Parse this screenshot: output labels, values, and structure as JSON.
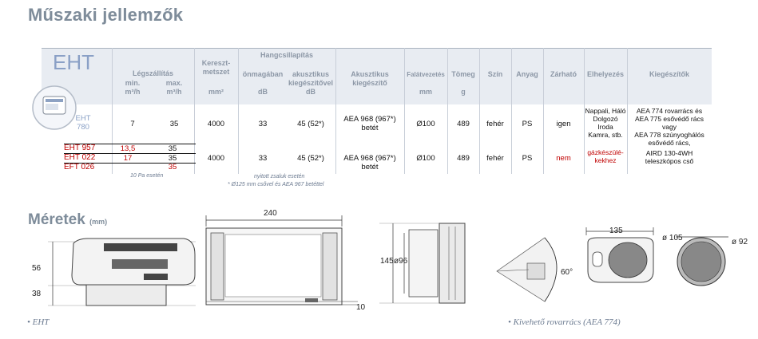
{
  "heading_specs": "Műszaki jellemzők",
  "heading_dims": "Méretek",
  "heading_dims_unit": "(mm)",
  "table": {
    "model_title": "EHT",
    "headers": {
      "air": "Légszállítás",
      "air_min": "min.",
      "air_min_unit": "m³/h",
      "air_max": "max.",
      "air_max_unit": "m³/h",
      "cross_l1": "Kereszt-",
      "cross_l2": "metszet",
      "cross_unit": "mm²",
      "sound": "Hangcsillapítás",
      "sound_self": "önmagában",
      "sound_self_unit": "dB",
      "sound_acc_l1": "akusztikus",
      "sound_acc_l2": "kiegészítővel",
      "sound_acc_unit": "dB",
      "acoustic_l1": "Akusztikus",
      "acoustic_l2": "kiegészítő",
      "wall": "Falátvezetés",
      "wall_unit": "mm",
      "weight": "Tömeg",
      "weight_unit": "g",
      "color": "Szín",
      "material": "Anyag",
      "closable": "Zárható",
      "placement": "Elhelyezés",
      "accessories": "Kiegészítők"
    },
    "row1": {
      "model_l1": "EHT",
      "model_l2": "780",
      "min": "7",
      "max": "35",
      "cross": "4000",
      "db": "33",
      "db_acc": "45 (52*)",
      "acoustic_l1": "AEA 968 (967*)",
      "acoustic_l2": "betét",
      "wall": "Ø100",
      "weight": "489",
      "color": "fehér",
      "material": "PS",
      "closable": "igen",
      "placement_l1": "Nappali, Háló",
      "placement_l2": "Dolgozó",
      "placement_l3": "Iroda",
      "placement_l4": "Kamra, stb.",
      "acc_l1": "AEA 774 rovarrács és",
      "acc_l2": "AEA 775 esővédő rács",
      "acc_l3": "vagy",
      "acc_l4": "AEA 778 szúnyoghálós",
      "acc_l5": "esővédő rács,",
      "acc_l6": "AIRD 130-4WH",
      "acc_l7": "teleszkópos cső"
    },
    "row2": {
      "m1": "EHT 957",
      "m2": "EHT 022",
      "m3": "EFT 026",
      "min1": "13,5",
      "min2": "17",
      "max1": "35",
      "max2": "35",
      "max3": "35",
      "cross": "4000",
      "db": "33",
      "db_acc": "45 (52*)",
      "acoustic_l1": "AEA 968 (967*)",
      "acoustic_l2": "betét",
      "wall": "Ø100",
      "weight": "489",
      "color": "fehér",
      "material": "PS",
      "closable": "nem",
      "placement_l1": "gázkészülé-",
      "placement_l2": "kekhez"
    },
    "notes": {
      "pa": "10 Pa esetén",
      "open": "nyitott zsaluk esetén",
      "pipe": "* Ø125 mm csővel és AEA 967 betéttel"
    }
  },
  "dimensions": {
    "side_h1": "56",
    "side_h2": "38",
    "front_w": "240",
    "bottom": "10",
    "profile_h": "145",
    "profile_d": "ø96",
    "angle": "60°",
    "grill_w": "135",
    "circle_d1": "ø 105",
    "circle_d2": "ø 92"
  },
  "captions": {
    "eht": "EHT",
    "grill": "Kivehető rovarrács (AEA 774)"
  }
}
